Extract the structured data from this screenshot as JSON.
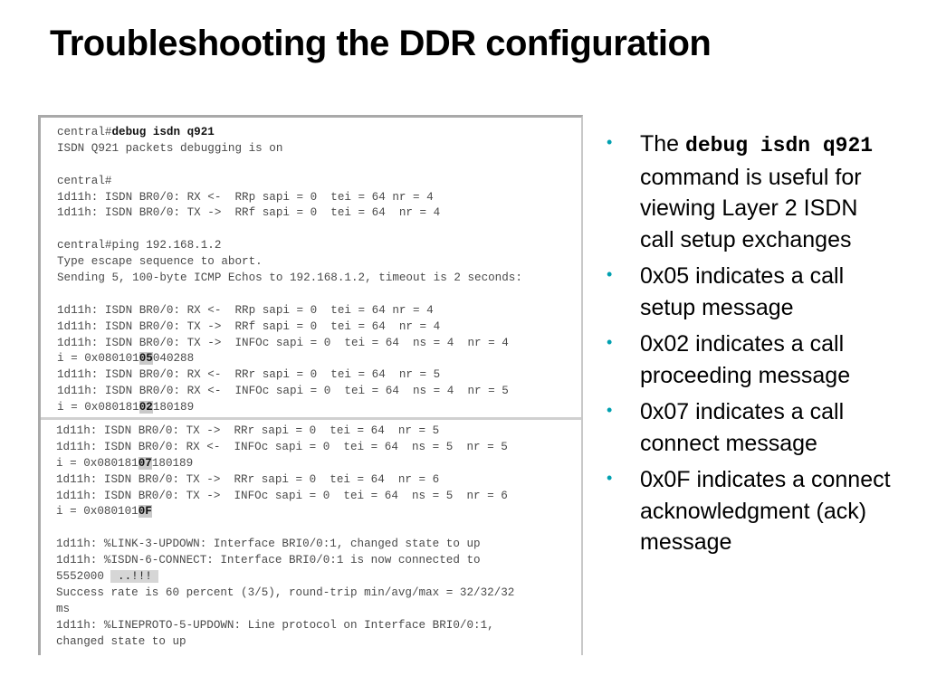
{
  "slide": {
    "title": "Troubleshooting the DDR configuration"
  },
  "console": {
    "top_lines": [
      {
        "parts": [
          {
            "t": "central#",
            "s": ""
          },
          {
            "t": "debug isdn q921",
            "s": "b"
          }
        ]
      },
      {
        "parts": [
          {
            "t": "ISDN Q921 packets debugging is on",
            "s": ""
          }
        ]
      },
      {
        "parts": [
          {
            "t": "",
            "s": ""
          }
        ]
      },
      {
        "parts": [
          {
            "t": "central#",
            "s": ""
          }
        ]
      },
      {
        "parts": [
          {
            "t": "1d11h: ISDN BR0/0: RX <-  RRp sapi = 0  tei = 64 nr = 4",
            "s": ""
          }
        ]
      },
      {
        "parts": [
          {
            "t": "1d11h: ISDN BR0/0: TX ->  RRf sapi = 0  tei = 64  nr = 4",
            "s": ""
          }
        ]
      },
      {
        "parts": [
          {
            "t": "",
            "s": ""
          }
        ]
      },
      {
        "parts": [
          {
            "t": "central#ping 192.168.1.2",
            "s": ""
          }
        ]
      },
      {
        "parts": [
          {
            "t": "Type escape sequence to abort.",
            "s": ""
          }
        ]
      },
      {
        "parts": [
          {
            "t": "Sending 5, 100-byte ICMP Echos to 192.168.1.2, timeout is 2 seconds:",
            "s": ""
          }
        ]
      },
      {
        "parts": [
          {
            "t": "",
            "s": ""
          }
        ]
      },
      {
        "parts": [
          {
            "t": "1d11h: ISDN BR0/0: RX <-  RRp sapi = 0  tei = 64 nr = 4",
            "s": ""
          }
        ]
      },
      {
        "parts": [
          {
            "t": "1d11h: ISDN BR0/0: TX ->  RRf sapi = 0  tei = 64  nr = 4",
            "s": ""
          }
        ]
      },
      {
        "parts": [
          {
            "t": "1d11h: ISDN BR0/0: TX ->  INFOc sapi = 0  tei = 64  ns = 4  nr = 4",
            "s": ""
          }
        ]
      },
      {
        "parts": [
          {
            "t": "i = 0x080101",
            "s": ""
          },
          {
            "t": "05",
            "s": "hl"
          },
          {
            "t": "040288",
            "s": ""
          }
        ]
      },
      {
        "parts": [
          {
            "t": "1d11h: ISDN BR0/0: RX <-  RRr sapi = 0  tei = 64  nr = 5",
            "s": ""
          }
        ]
      },
      {
        "parts": [
          {
            "t": "1d11h: ISDN BR0/0: RX <-  INFOc sapi = 0  tei = 64  ns = 4  nr = 5",
            "s": ""
          }
        ]
      },
      {
        "parts": [
          {
            "t": "i = 0x080181",
            "s": ""
          },
          {
            "t": "02",
            "s": "hl"
          },
          {
            "t": "180189",
            "s": ""
          }
        ]
      }
    ],
    "bottom_lines": [
      {
        "parts": [
          {
            "t": "1d11h: ISDN BR0/0: TX ->  RRr sapi = 0  tei = 64  nr = 5",
            "s": ""
          }
        ]
      },
      {
        "parts": [
          {
            "t": "1d11h: ISDN BR0/0: RX <-  INFOc sapi = 0  tei = 64  ns = 5  nr = 5",
            "s": ""
          }
        ]
      },
      {
        "parts": [
          {
            "t": "i = 0x080181",
            "s": ""
          },
          {
            "t": "07",
            "s": "hl"
          },
          {
            "t": "180189",
            "s": ""
          }
        ]
      },
      {
        "parts": [
          {
            "t": "1d11h: ISDN BR0/0: TX ->  RRr sapi = 0  tei = 64  nr = 6",
            "s": ""
          }
        ]
      },
      {
        "parts": [
          {
            "t": "1d11h: ISDN BR0/0: TX ->  INFOc sapi = 0  tei = 64  ns = 5  nr = 6",
            "s": ""
          }
        ]
      },
      {
        "parts": [
          {
            "t": "i = 0x080101",
            "s": ""
          },
          {
            "t": "0F",
            "s": "hl"
          }
        ]
      },
      {
        "parts": [
          {
            "t": "",
            "s": ""
          }
        ]
      },
      {
        "parts": [
          {
            "t": "1d11h: %LINK-3-UPDOWN: Interface BRI0/0:1, changed state to up",
            "s": ""
          }
        ]
      },
      {
        "parts": [
          {
            "t": "1d11h: %ISDN-6-CONNECT: Interface BRI0/0:1 is now connected to",
            "s": ""
          }
        ]
      },
      {
        "parts": [
          {
            "t": "5552000 ",
            "s": ""
          },
          {
            "t": " ..!!! ",
            "s": "hl2"
          }
        ]
      },
      {
        "parts": [
          {
            "t": "Success rate is 60 percent (3/5), round-trip min/avg/max = 32/32/32",
            "s": ""
          }
        ]
      },
      {
        "parts": [
          {
            "t": "ms",
            "s": ""
          }
        ]
      },
      {
        "parts": [
          {
            "t": "1d11h: %LINEPROTO-5-UPDOWN: Line protocol on Interface BRI0/0:1,",
            "s": ""
          }
        ]
      },
      {
        "parts": [
          {
            "t": "changed state to up",
            "s": ""
          }
        ]
      }
    ]
  },
  "bullets": [
    {
      "parts": [
        {
          "t": "The ",
          "s": ""
        },
        {
          "t": "debug isdn q921",
          "s": "cmd"
        },
        {
          "t": " command is useful for viewing Layer 2 ISDN call setup exchanges",
          "s": ""
        }
      ]
    },
    {
      "parts": [
        {
          "t": "0x05 indicates a call setup message",
          "s": ""
        }
      ]
    },
    {
      "parts": [
        {
          "t": "0x02 indicates a call proceeding message",
          "s": ""
        }
      ]
    },
    {
      "parts": [
        {
          "t": "0x07 indicates a call connect message",
          "s": ""
        }
      ]
    },
    {
      "parts": [
        {
          "t": "0x0F indicates a connect acknowledgment (ack) message",
          "s": ""
        }
      ]
    }
  ],
  "bullet_glyph": "•",
  "colors": {
    "bullet": "#00a0b0",
    "title": "#000000"
  }
}
